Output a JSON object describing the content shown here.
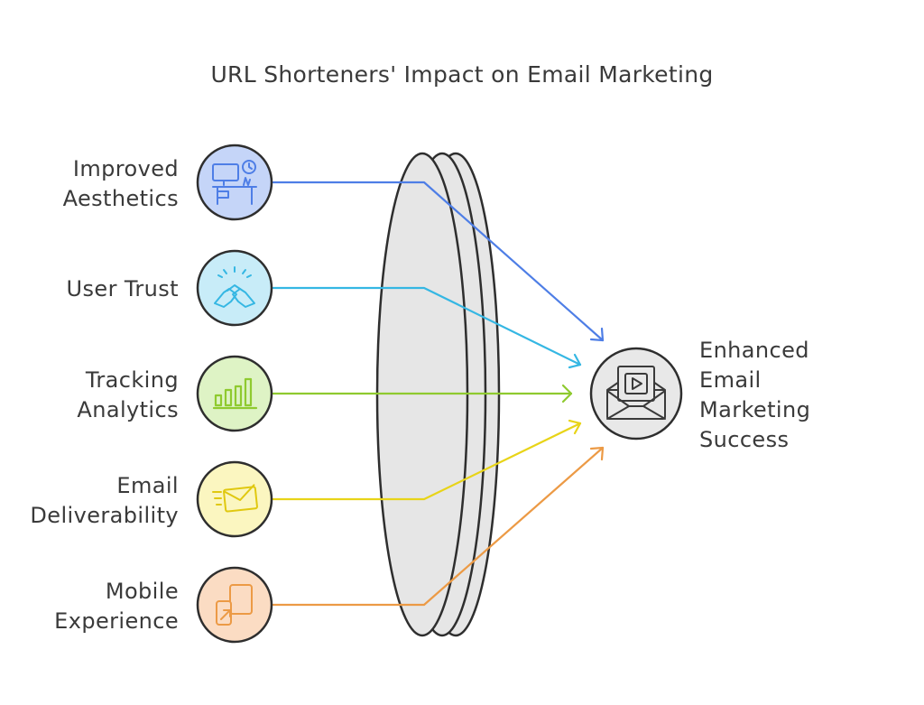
{
  "title": "URL Shorteners' Impact on Email Marketing",
  "inputs": [
    {
      "line1": "Improved",
      "line2": "Aesthetics",
      "icon": "desk-clock-icon",
      "fill": "#c5d5f8",
      "stroke": "#4e7ee6"
    },
    {
      "line1": "User Trust",
      "line2": "",
      "icon": "handshake-icon",
      "fill": "#c8ecf8",
      "stroke": "#35b7e3"
    },
    {
      "line1": "Tracking",
      "line2": "Analytics",
      "icon": "bar-chart-icon",
      "fill": "#def3c5",
      "stroke": "#8fca2f"
    },
    {
      "line1": "Email",
      "line2": "Deliverability",
      "icon": "fast-mail-icon",
      "fill": "#fbf6c0",
      "stroke": "#e8d418"
    },
    {
      "line1": "Mobile",
      "line2": "Experience",
      "icon": "mobile-transfer-icon",
      "fill": "#fbdcc3",
      "stroke": "#ec9a45"
    }
  ],
  "output": {
    "lines": [
      "Enhanced",
      "Email",
      "Marketing",
      "Success"
    ],
    "icon": "email-video-icon",
    "fill": "#e8e8e8",
    "stroke": "#3a3a3a"
  },
  "colors": {
    "text": "#3a3a3a",
    "lens_fill": "#e6e6e6",
    "lens_stroke": "#2e2e2e"
  }
}
